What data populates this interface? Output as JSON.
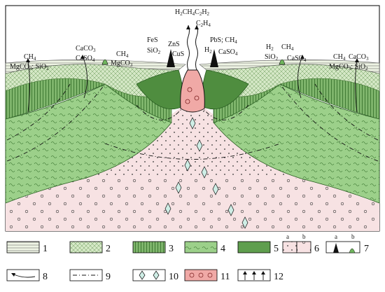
{
  "mineral_labels": {
    "far_left_1": "CH",
    "far_left_1_sub": "4",
    "far_left_2": "MgCO",
    "far_left_2_sub": "3",
    "far_left_2b": "; SiO",
    "far_left_2b_sub": "2",
    "left_caco3": "CaCO",
    "left_caco3_sub": "3",
    "left_caso4": "CaSO",
    "left_caso4_sub": "4",
    "left_ch4": "CH",
    "left_ch4_sub": "4",
    "left_mgco3": "MgCO",
    "left_mgco3_sub": "3",
    "center_fes": "FeS",
    "center_sio2": "SiO",
    "center_sio2_sub": "2",
    "center_zns": "ZnS",
    "center_cus": "CuS",
    "top_h2": "H",
    "top_h2_sub": "2",
    "top_ch4c2h2": "CH",
    "top_ch4c2h2_sub": "4",
    "top_c2h2": "C",
    "top_c2h2_sub": "2",
    "top_c2h2_h": "H",
    "top_c2h2_hsub": "2",
    "top_c2h4": "C",
    "top_c2h4_sub": "2",
    "top_c2h4_h": "H",
    "top_c2h4_hsub": "4",
    "right_pbs": "PbS; CH",
    "right_pbs_sub": "4",
    "right_h2": "H",
    "right_h2_sub": "2",
    "right_caso4": "CaSO",
    "right_caso4_sub": "4",
    "r2_h2": "H",
    "r2_h2_sub": "2",
    "r2_ch4": "CH",
    "r2_ch4_sub": "4",
    "r2_sio2": "SiO",
    "r2_sio2_sub": "2",
    "r2_caso4": "CaSO",
    "r2_caso4_sub": "4",
    "far_right_ch4": "CH",
    "far_right_ch4_sub": "4",
    "far_right_caco3": "CaCO",
    "far_right_caco3_sub": "3",
    "far_right_mgco3": "MgCO",
    "far_right_mgco3_sub": "3",
    "far_right_sio2": "; SiO",
    "far_right_sio2_sub": "2"
  },
  "legend": {
    "n1": "1",
    "n2": "2",
    "n3": "3",
    "n4": "4",
    "n5": "5",
    "n6": "6",
    "n7": "7",
    "n8": "8",
    "n9": "9",
    "n10": "10",
    "n11": "11",
    "n12": "12",
    "a6": "a",
    "b6": "b",
    "a7": "a",
    "b7": "b"
  },
  "colors": {
    "green_light": "#cfe3c2",
    "green_mid": "#9cc98b",
    "green_dark": "#5f9e4e",
    "pink": "#f6dfe0",
    "pink_core": "#f0a9a6",
    "diamond": "#cfeee6"
  }
}
